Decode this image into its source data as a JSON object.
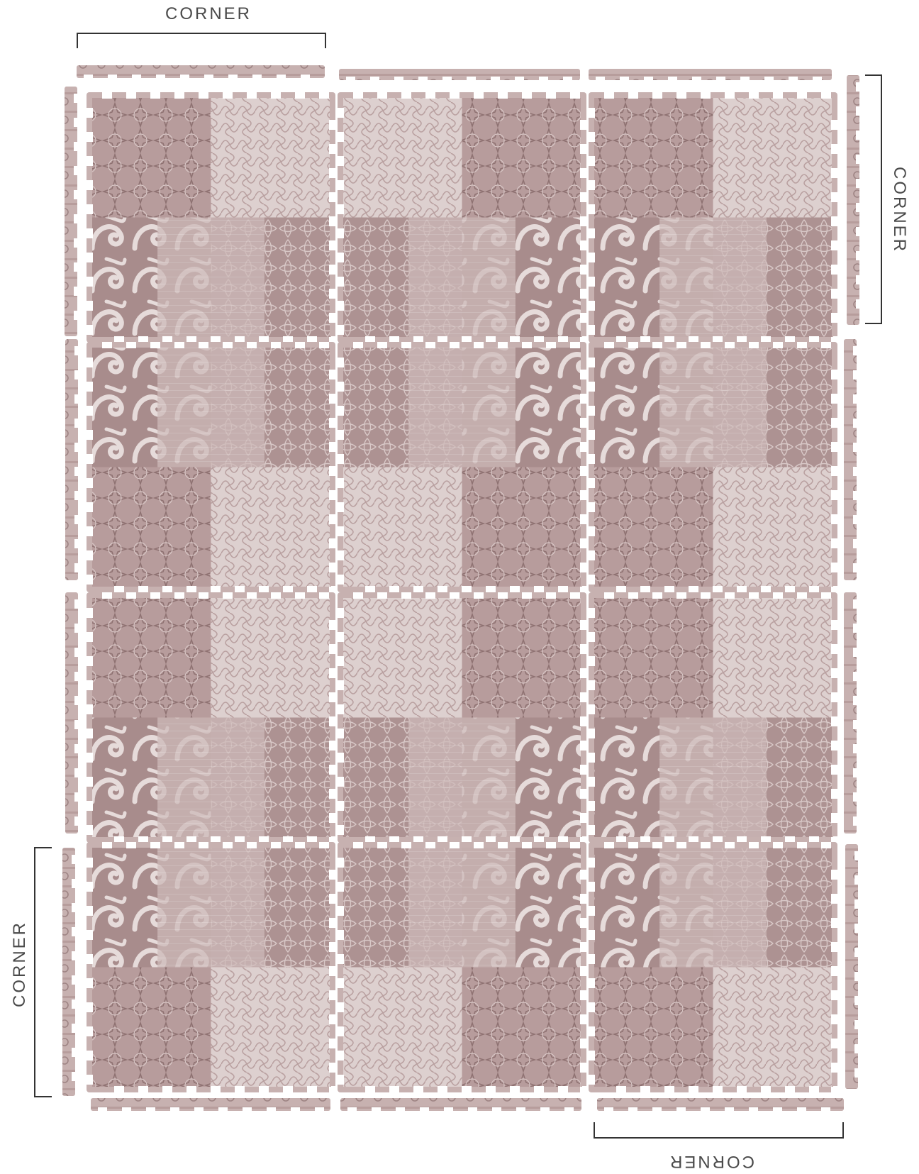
{
  "labels": {
    "top": "CORNER",
    "right": "CORNER",
    "left": "CORNER",
    "bottom": "CORNER"
  },
  "layout": {
    "tile_columns": 3,
    "tile_rows": 4,
    "top_border_strips": 3,
    "bottom_border_strips": 3,
    "left_border_strips": 4,
    "right_border_strips": 4
  },
  "colors": {
    "tile_base": "#c9b3b3",
    "tile_dark": "#9c8181",
    "tile_light": "#e2d6d5",
    "bracket": "#333333",
    "label": "#4a4a4a"
  }
}
